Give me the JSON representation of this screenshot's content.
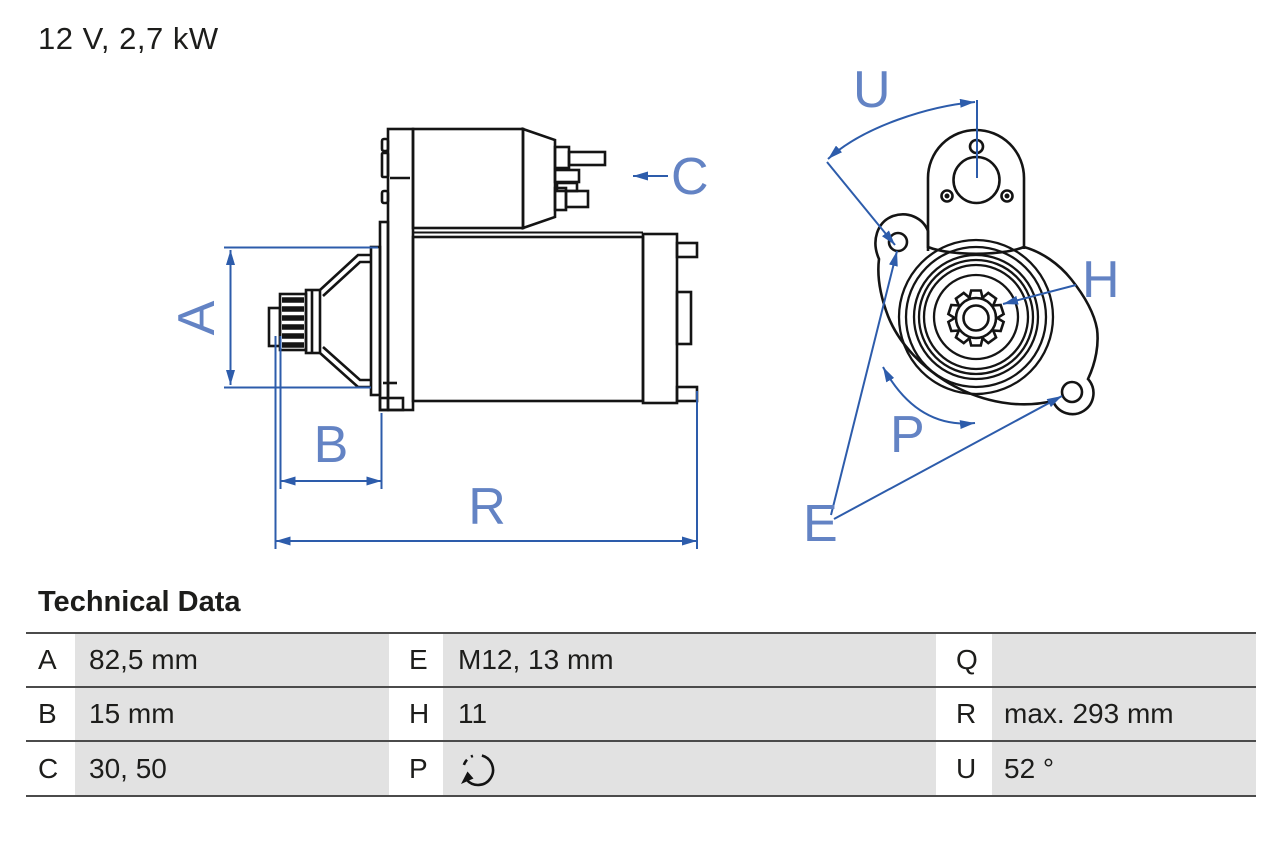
{
  "title": "12 V, 2,7 kW",
  "drawing": {
    "labels": {
      "A": "A",
      "B": "B",
      "C": "C",
      "R": "R",
      "U": "U",
      "H": "H",
      "P": "P",
      "E": "E"
    }
  },
  "table": {
    "heading": "Technical Data",
    "rows": [
      [
        {
          "key": "A",
          "value": "82,5 mm"
        },
        {
          "key": "E",
          "value": "M12, 13 mm"
        },
        {
          "key": "Q",
          "value": ""
        }
      ],
      [
        {
          "key": "B",
          "value": "15 mm"
        },
        {
          "key": "H",
          "value": "11"
        },
        {
          "key": "R",
          "value": "max. 293 mm"
        }
      ],
      [
        {
          "key": "C",
          "value": "30, 50"
        },
        {
          "key": "P",
          "value": ""
        },
        {
          "key": "U",
          "value": "52 °"
        }
      ]
    ],
    "icons": {
      "p_value": "rotation-cw-icon"
    }
  },
  "colors": {
    "dimension_blue": "#2d5cab",
    "label_blue": "#6383c4",
    "drawing_black": "#141414",
    "table_row_bg": "#e2e2e2",
    "rule_gray": "#4b4b4b",
    "text_dark": "#1d1d1b"
  }
}
